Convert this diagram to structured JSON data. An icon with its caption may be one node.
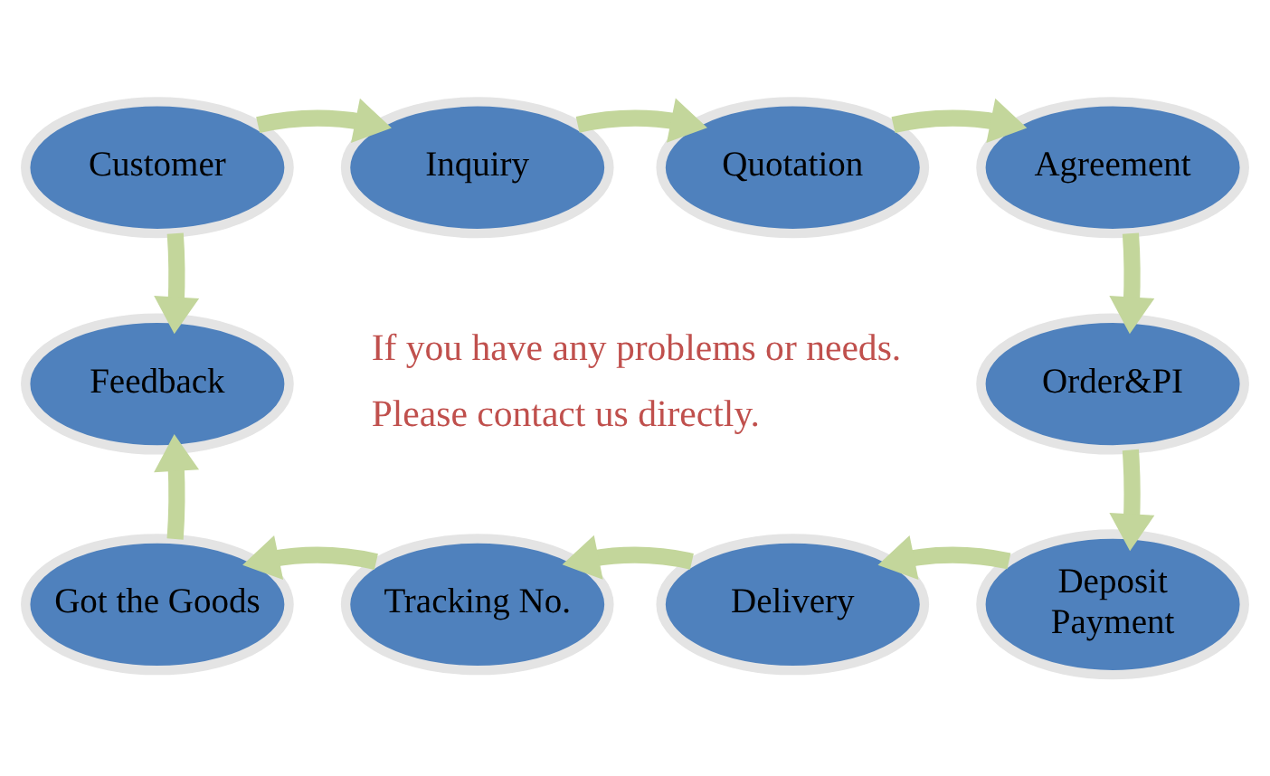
{
  "diagram": {
    "nodes": [
      {
        "text": [
          "Customer"
        ]
      },
      {
        "text": [
          "Inquiry"
        ]
      },
      {
        "text": [
          "Quotation"
        ]
      },
      {
        "text": [
          "Agreement"
        ]
      },
      {
        "text": [
          "Feedback"
        ]
      },
      {
        "text": [
          "Order&PI"
        ]
      },
      {
        "text": [
          "Got the Goods"
        ]
      },
      {
        "text": [
          "Tracking No."
        ]
      },
      {
        "text": [
          "Delivery"
        ]
      },
      {
        "text": [
          "Deposit Payment"
        ]
      }
    ],
    "edges": [
      {
        "from": 0,
        "to": 1,
        "arrow": "to"
      },
      {
        "from": 1,
        "to": 2,
        "arrow": "to"
      },
      {
        "from": 2,
        "to": 3,
        "arrow": "to"
      },
      {
        "from": 3,
        "to": 5,
        "arrow": "to"
      },
      {
        "from": 5,
        "to": 9,
        "arrow": "to"
      },
      {
        "from": 9,
        "to": 8,
        "arrow": "to"
      },
      {
        "from": 8,
        "to": 7,
        "arrow": "to"
      },
      {
        "from": 7,
        "to": 6,
        "arrow": "to"
      },
      {
        "from": 6,
        "to": 4,
        "arrow": "to"
      },
      {
        "from": 0,
        "to": 4,
        "arrow": "to"
      }
    ],
    "labels": [
      "If you have any problems or needs.",
      "Please contact us directly."
    ]
  }
}
